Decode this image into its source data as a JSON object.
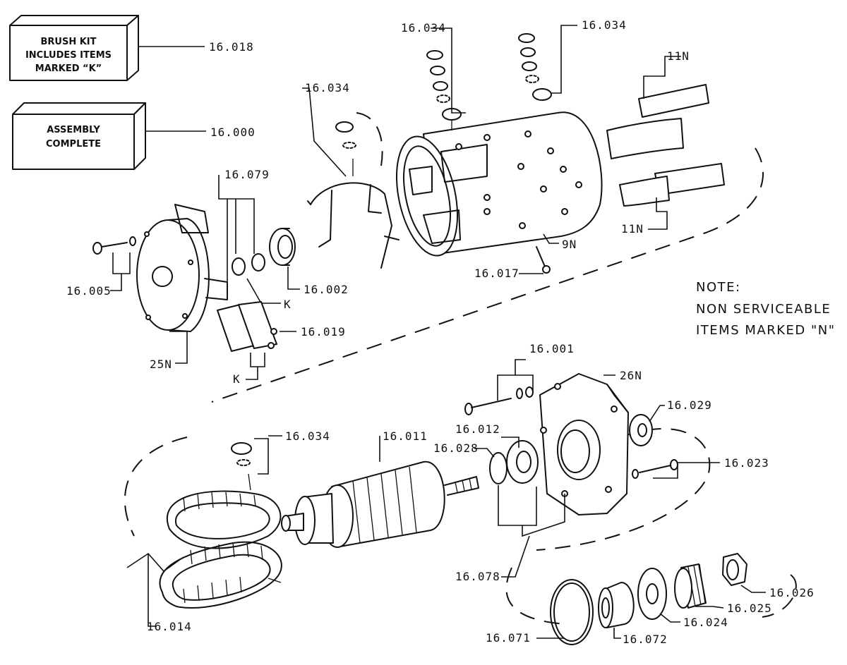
{
  "boxes": {
    "brush_kit": {
      "lines": [
        "BRUSH KIT",
        "INCLUDES ITEMS",
        "MARKED “K”"
      ],
      "part": "16.018"
    },
    "assembly": {
      "lines": [
        "ASSEMBLY",
        "COMPLETE"
      ],
      "part": "16.000"
    }
  },
  "note": {
    "lines": [
      "NOTE:",
      "NON SERVICEABLE",
      "ITEMS MARKED \"N\""
    ]
  },
  "labels": {
    "p16_034_a": "16.034",
    "p16_034_b": "16.034",
    "p16_034_c": "16.034",
    "p16_034_d": "16.034",
    "p11n_top": "11N",
    "p11n_bot": "11N",
    "p16_079": "16.079",
    "p16_005": "16.005",
    "p16_002": "16.002",
    "p9n": "9N",
    "p16_017": "16.017",
    "k_upper": "K",
    "k_lower": "K",
    "p16_019": "16.019",
    "p25n": "25N",
    "p16_001": "16.001",
    "p26n": "26N",
    "p16_029": "16.029",
    "p16_012": "16.012",
    "p16_011": "16.011",
    "p16_028": "16.028",
    "p16_023": "16.023",
    "p16_078": "16.078",
    "p16_014": "16.014",
    "p16_026": "16.026",
    "p16_025": "16.025",
    "p16_024": "16.024",
    "p16_071": "16.071",
    "p16_072": "16.072"
  }
}
